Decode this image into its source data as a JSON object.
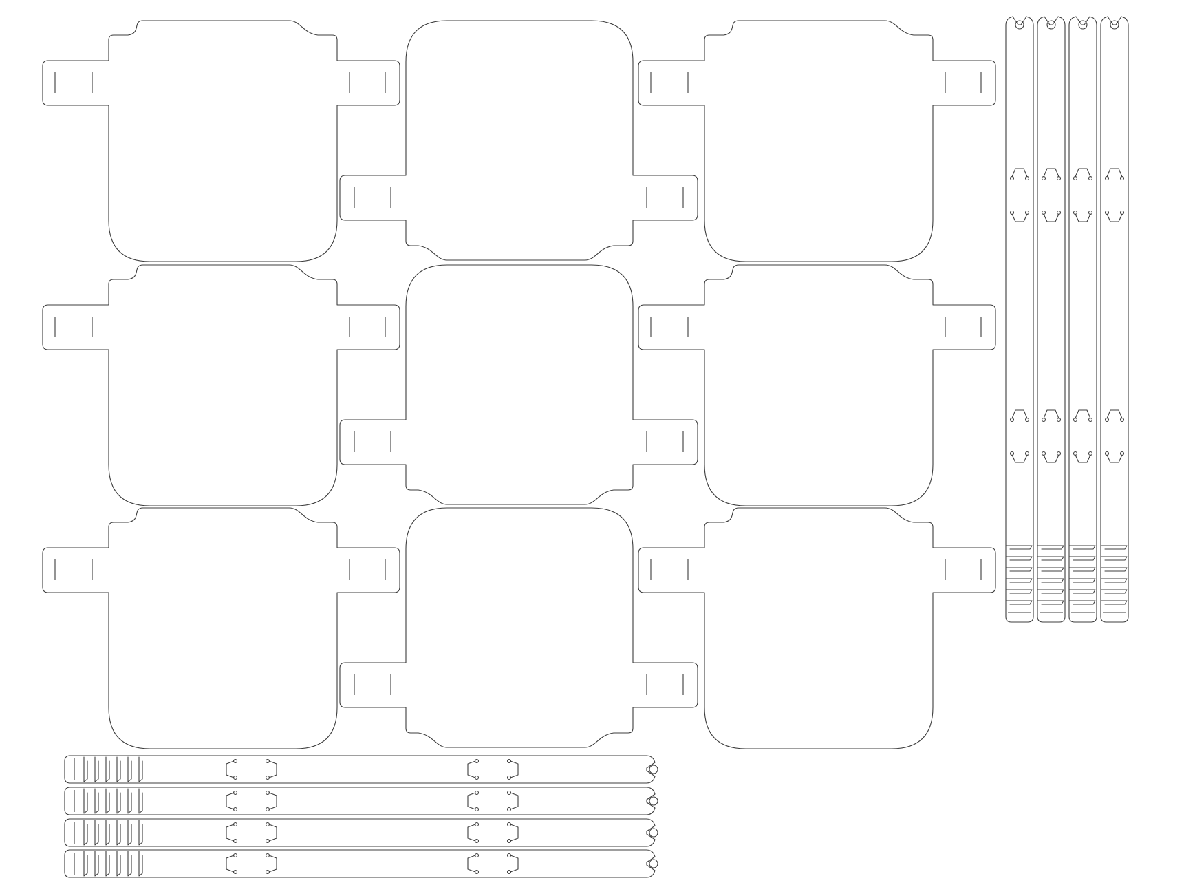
{
  "sheet": {
    "background": "#ffffff",
    "line_color": "#3c3c3c",
    "shield_tiles": 9,
    "vertical_straps": 4,
    "horizontal_straps": 4
  }
}
